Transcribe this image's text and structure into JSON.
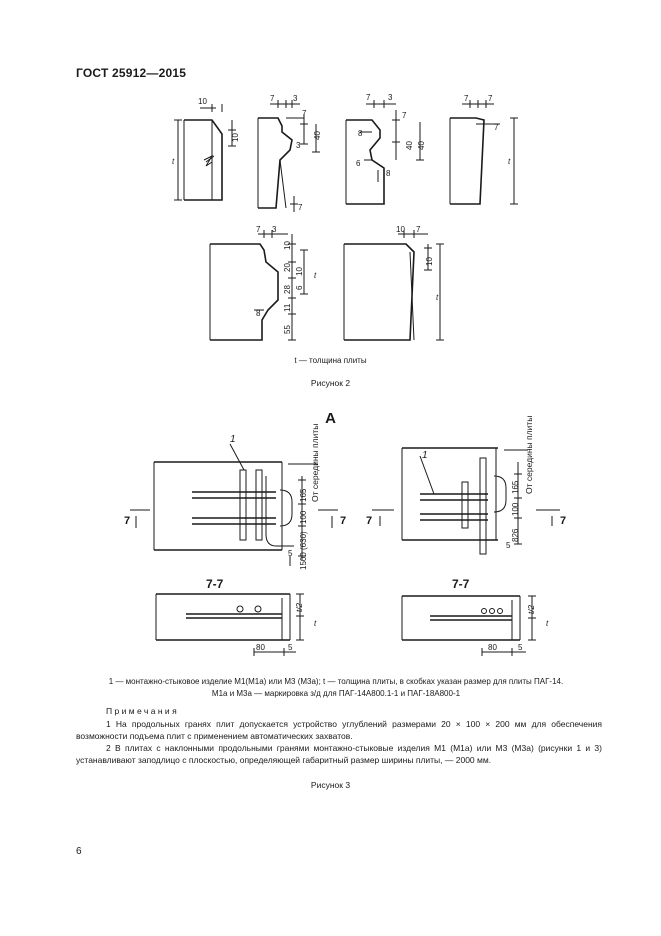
{
  "header": {
    "standard": "ГОСТ 25912—2015"
  },
  "figure2": {
    "legend": "t — толщина плиты",
    "caption": "Рисунок 2",
    "dims": {
      "d10": "10",
      "d7": "7",
      "d3": "3",
      "d40": "40",
      "d8": "8",
      "d6": "6",
      "d20": "20",
      "d28": "28",
      "d11": "11",
      "d55": "55",
      "t": "t"
    }
  },
  "figure3": {
    "view_label": "А",
    "section_label": "7-7",
    "cut_label": "7",
    "item_label": "1",
    "dims": {
      "d165": "165",
      "d100": "100",
      "d1500": "1500 (630)",
      "d826": "826",
      "d5": "5",
      "d80": "80",
      "d_t2": "t/2",
      "t": "t",
      "mid": "От середины плиты"
    },
    "legend_line1": "1 — монтажно-стыковое изделие М1(М1а) или М3 (М3а); t — толщина плиты, в скобках указан размер для плиты ПАГ-14.",
    "legend_line2": "М1а и М3а — маркировка з/д для ПАГ-14А800.1-1 и ПАГ-18А800-1",
    "notes_title": "Примечания",
    "note1": "1 На продольных гранях плит допускается устройство углублений размерами 20 × 100 × 200 мм для обеспечения возможности подъема плит с применением автоматических захватов.",
    "note2": "2 В плитах с наклонными продольными гранями монтажно-стыковые изделия М1 (М1а) или М3 (М3а) (рисунки 1 и 3) устанавливают заподлицо с плоскостью, определяющей габаритный размер ширины плиты, — 2000 мм.",
    "caption": "Рисунок 3"
  },
  "page_number": "6"
}
